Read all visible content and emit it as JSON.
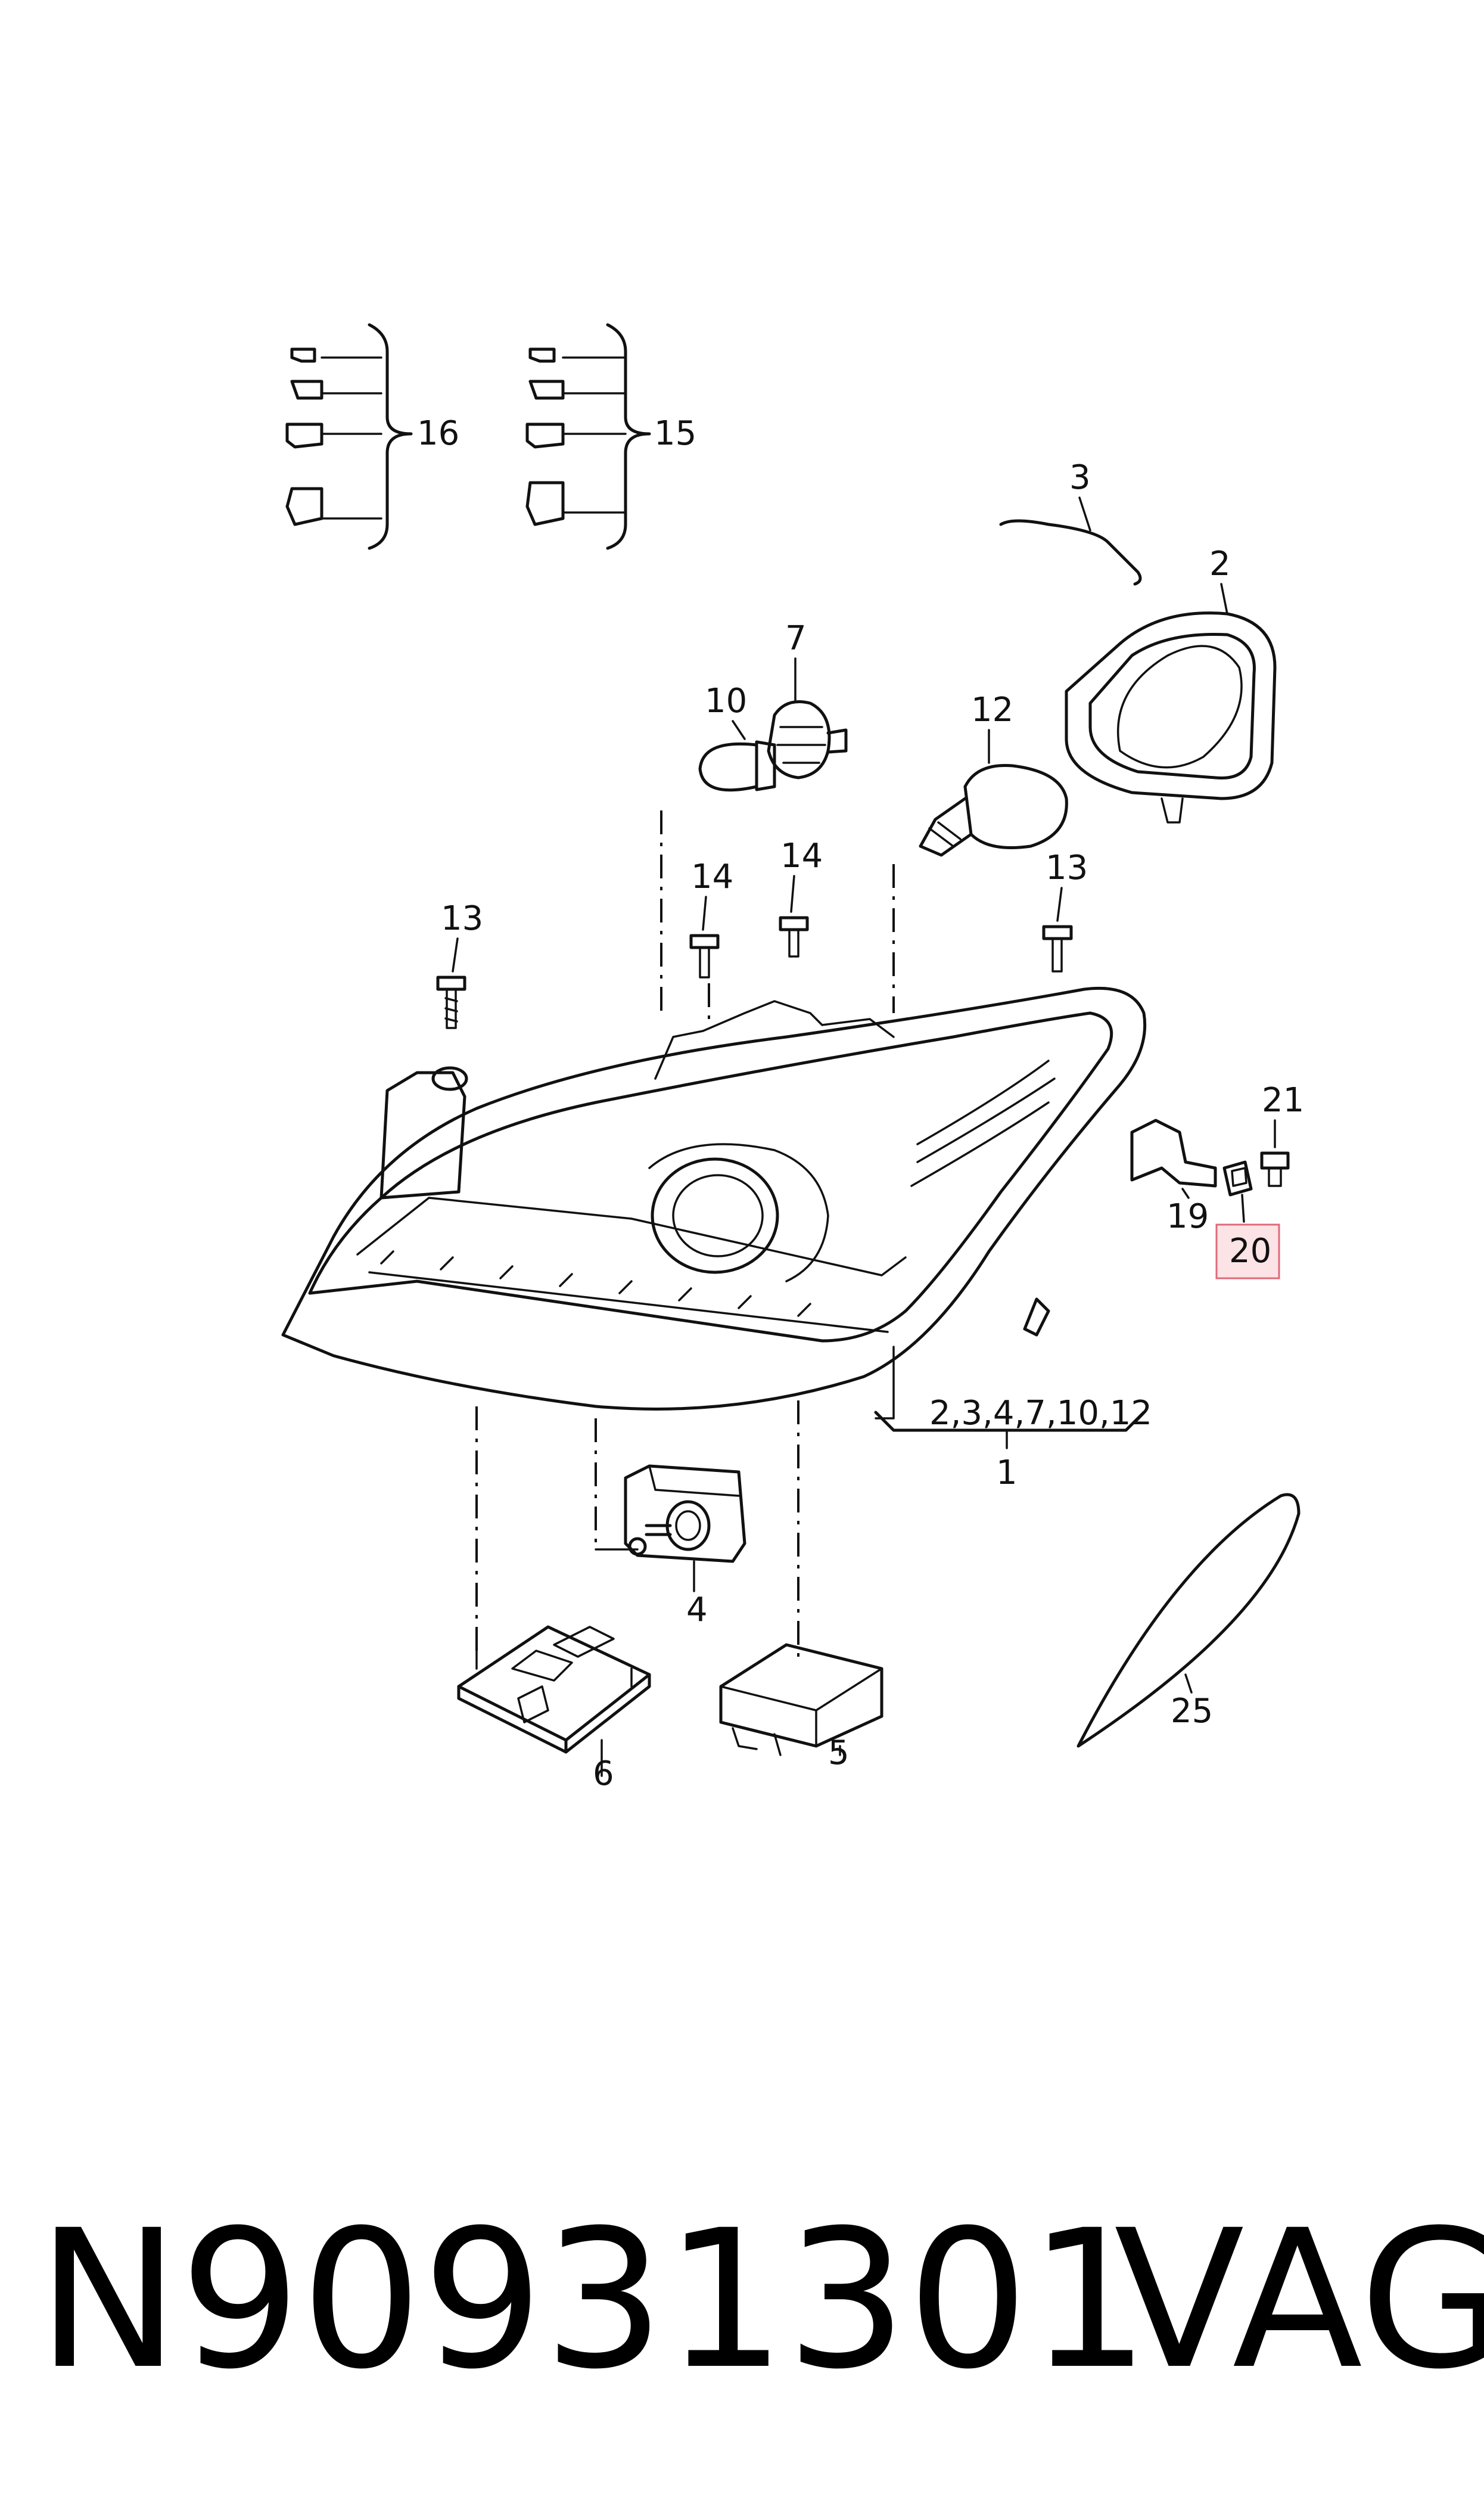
{
  "callouts": {
    "c1": "1",
    "c2": "2",
    "c3": "3",
    "c4": "4",
    "c5": "5",
    "c6": "6",
    "c7": "7",
    "c10": "10",
    "c12": "12",
    "c13a": "13",
    "c13b": "13",
    "c14a": "14",
    "c14b": "14",
    "c15": "15",
    "c16": "16",
    "c19": "19",
    "c20": "20",
    "c21": "21",
    "c25": "25",
    "group_1": "2,3,4,7,10,12"
  },
  "highlight": {
    "callout": "20",
    "fill": "#fbe3e6",
    "stroke": "#e06a7a"
  },
  "footer": {
    "part_number": "N90931301",
    "brand": "VAG"
  }
}
